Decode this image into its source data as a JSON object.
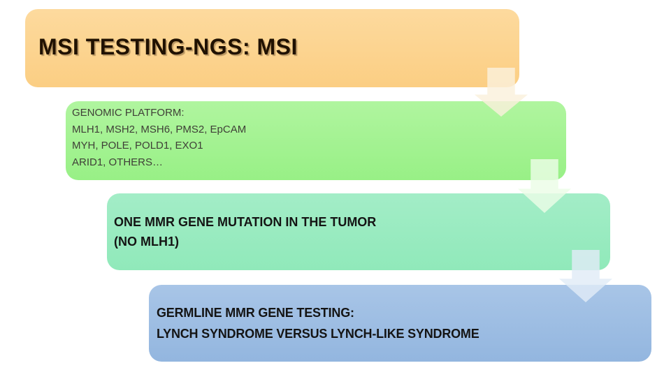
{
  "slide": {
    "title": "MSI TESTING-NGS: MSI",
    "title_box": {
      "gradient_top": "#fdda9e",
      "gradient_bottom": "#fbce83",
      "text_color": "#201100"
    },
    "flow_boxes": [
      {
        "name": "genomic-platform",
        "lines": [
          "GENOMIC PLATFORM:",
          "MLH1, MSH2, MSH6, PMS2, EpCAM",
          "MYH, POLE, POLD1, EXO1",
          "ARID1, OTHERS…"
        ],
        "gradient_top": "#b0f59f",
        "gradient_bottom": "#98f086"
      },
      {
        "name": "tumor-mutation",
        "lines": [
          "ONE MMR GENE MUTATION IN THE TUMOR",
          "(NO MLH1)"
        ],
        "gradient_top": "#a3edc7",
        "gradient_bottom": "#90e9ba"
      },
      {
        "name": "germline-testing",
        "lines": [
          "GERMLINE MMR GENE TESTING:",
          "LYNCH SYNDROME VERSUS LYNCH-LIKE SYNDROME"
        ],
        "gradient_top": "#a8c5e7",
        "gradient_bottom": "#93b6df"
      }
    ],
    "arrows": [
      {
        "name": "arrow-title-to-genomic",
        "color": "rgba(250,240,220,0.82)"
      },
      {
        "name": "arrow-genomic-to-tumor",
        "color": "rgba(235,252,230,0.82)"
      },
      {
        "name": "arrow-tumor-to-germline",
        "color": "rgba(225,235,246,0.82)"
      }
    ],
    "background_color": "#ffffff"
  }
}
